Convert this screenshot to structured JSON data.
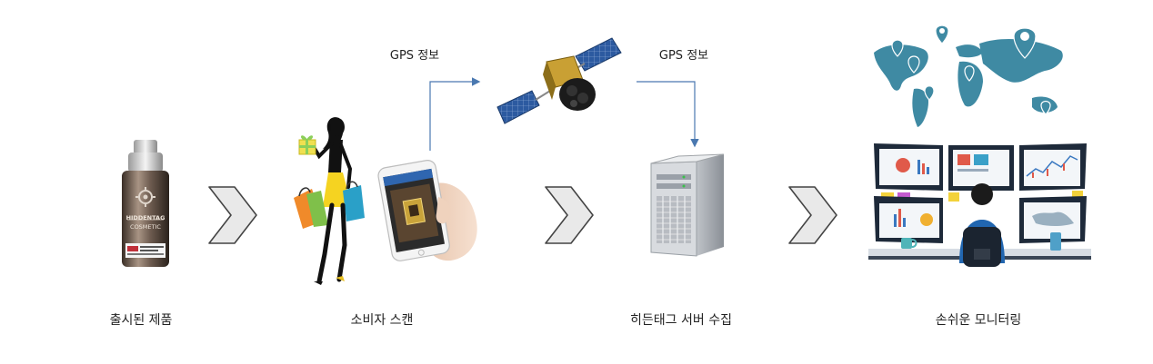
{
  "steps": [
    {
      "label": "출시된 제품"
    },
    {
      "label": "소비자 스캔"
    },
    {
      "label": "히든태그 서버 수집"
    },
    {
      "label": "손쉬운 모니터링"
    }
  ],
  "gps": {
    "left_label": "GPS 정보",
    "right_label": "GPS 정보"
  },
  "product": {
    "brand_line1": "HIDDENTAG",
    "brand_line2": "COSMETIC"
  },
  "colors": {
    "arrow_line": "#4a78b0",
    "chevron_fill": "#e9e9e9",
    "chevron_stroke": "#444444",
    "dark_blue": "#1e3c5a",
    "map_teal": "#3f8aa3"
  }
}
